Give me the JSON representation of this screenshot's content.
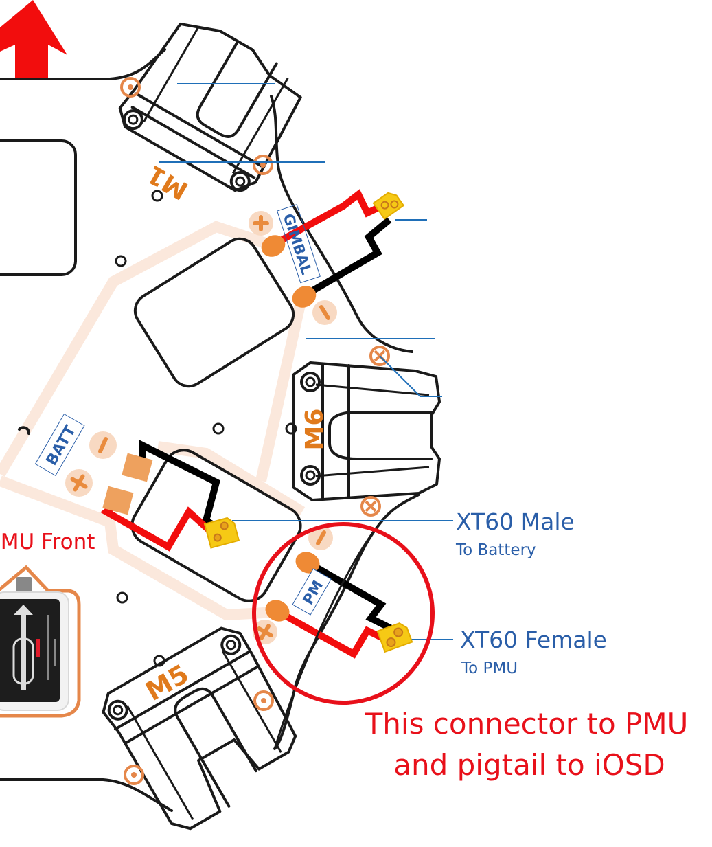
{
  "diagram": {
    "motor_labels": {
      "m1": "M1",
      "m6": "M6",
      "m5": "M5"
    },
    "pad_labels": {
      "gimbal": "GIMBAL",
      "batt": "BATT",
      "pm": "PM"
    },
    "polarity": {
      "plus": "+",
      "minus": "−"
    },
    "pmu_label": "PMU Front",
    "callouts": {
      "xt60_male": "XT60 Male",
      "xt60_male_sub": "To Battery",
      "xt60_female": "XT60 Female",
      "xt60_female_sub": "To PMU"
    },
    "note": {
      "line1": "This connector to PMU",
      "line2": "and pigtail to iOSD"
    },
    "colors": {
      "wire_positive": "#f20d0d",
      "wire_negative": "#000000",
      "pad": "#ef8a35",
      "connector": "#f6c915",
      "label_blue": "#2a5ea8",
      "highlight_red": "#e8101a",
      "arrow_red": "#f20d0d"
    }
  }
}
